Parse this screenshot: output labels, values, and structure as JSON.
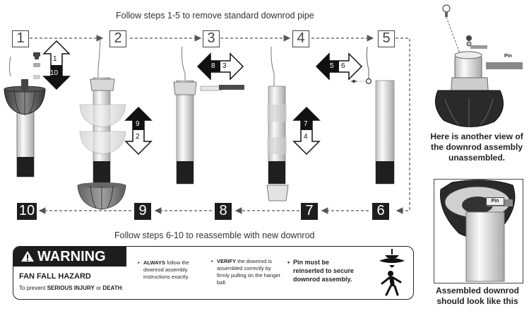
{
  "top_title": "Follow steps 1-5 to remove standard downrod pipe",
  "bottom_title": "Follow steps 6-10 to reassemble with new downrod",
  "steps_top": [
    "1",
    "2",
    "3",
    "4",
    "5"
  ],
  "steps_bottom": [
    "10",
    "9",
    "8",
    "7",
    "6"
  ],
  "arrows": [
    {
      "top": "1",
      "bottom": "10"
    },
    {
      "top": "9",
      "bottom": "2"
    },
    {
      "left": "8",
      "right": "3"
    },
    {
      "top": "7",
      "bottom": "4"
    },
    {
      "left": "5",
      "right": "6"
    }
  ],
  "warning": {
    "title": "WARNING",
    "hazard": "FAN FALL HAZARD",
    "prevent_prefix": "To prevent ",
    "prevent_bold1": "SERIOUS INJURY",
    "prevent_mid": " or ",
    "prevent_bold2": "DEATH",
    "prevent_suffix": ":",
    "bullet1_bold": "ALWAYS",
    "bullet1_rest": " follow the downrod assembly instructions exactly.",
    "bullet2_bold": "VERIFY",
    "bullet2_rest": " the downrod is assembled correctly by firmly pulling on the hanger ball.",
    "bullet3": "Pin must be reinserted to secure downrod assembly."
  },
  "side": {
    "pin_label_top": "Pin",
    "pin_label_bottom": "Pin",
    "caption_top": "Here is another view of the downrod assembly unassembled.",
    "caption_bottom": "Assembled downrod should look like this"
  }
}
